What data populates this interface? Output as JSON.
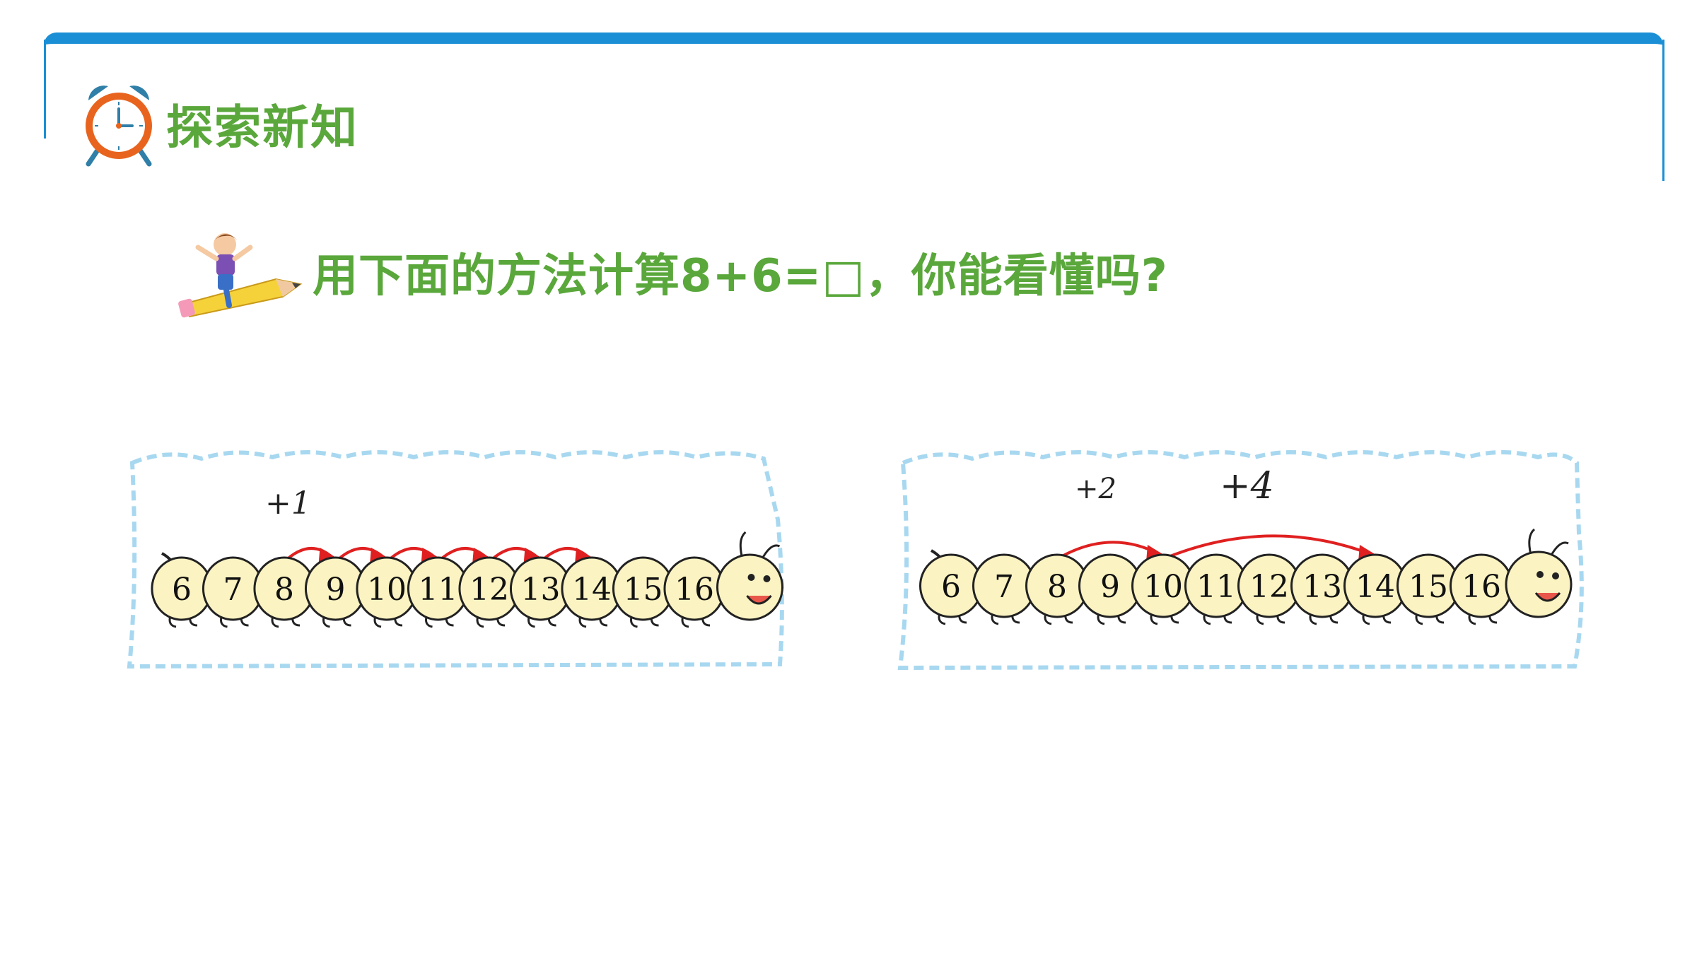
{
  "header": {
    "title": "探索新知",
    "icon": "alarm-clock-icon"
  },
  "question": {
    "text": "用下面的方法计算8+6=□，你能看懂吗?",
    "icon": "kid-on-pencil-icon"
  },
  "colors": {
    "accent_green": "#5aa73b",
    "frame_blue": "#1a8fd6",
    "arrow_red": "#e02020",
    "caterpillar_body": "#fbf3c2",
    "panel_border": "#a8d8f0"
  },
  "caterpillars": [
    {
      "numbers": [
        "6",
        "7",
        "8",
        "9",
        "10",
        "11",
        "12",
        "13",
        "14",
        "15",
        "16"
      ],
      "label": "+1",
      "jumps": [
        [
          "8",
          "9"
        ],
        [
          "9",
          "10"
        ],
        [
          "10",
          "11"
        ],
        [
          "11",
          "12"
        ],
        [
          "12",
          "13"
        ],
        [
          "13",
          "14"
        ]
      ]
    },
    {
      "numbers": [
        "6",
        "7",
        "8",
        "9",
        "10",
        "11",
        "12",
        "13",
        "14",
        "15",
        "16"
      ],
      "labels": [
        "+2",
        "+4"
      ],
      "jumps": [
        [
          "8",
          "10"
        ],
        [
          "10",
          "14"
        ]
      ]
    }
  ]
}
